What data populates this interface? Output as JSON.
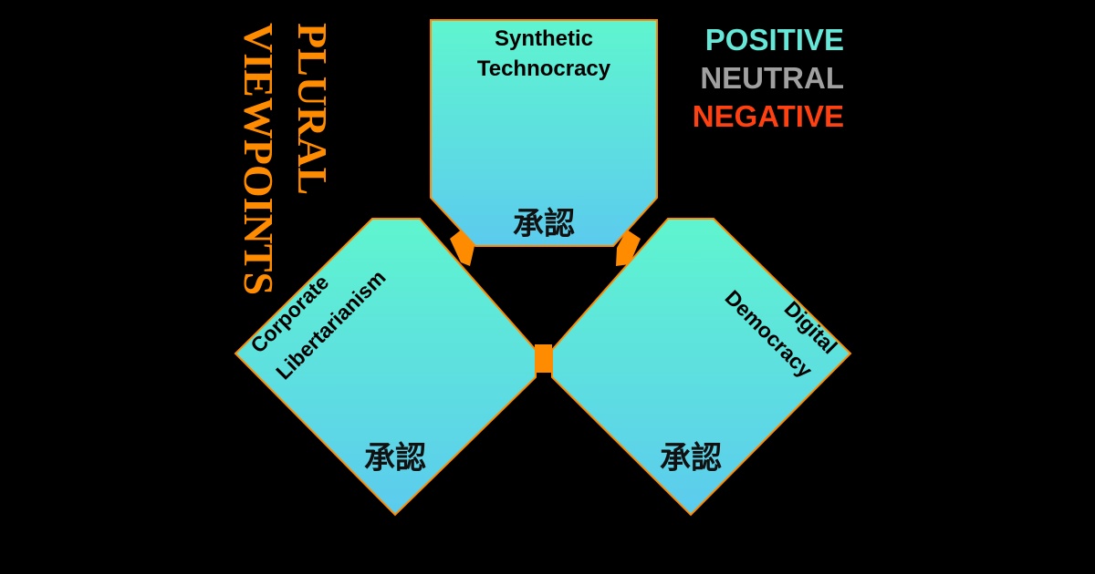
{
  "vertical_title": {
    "line1": "PLURAL",
    "line2": "VIEWPOINTS"
  },
  "legend": {
    "positive": "POSITIVE",
    "neutral": "NEUTRAL",
    "negative": "NEGATIVE"
  },
  "colors": {
    "background": "#000000",
    "accent_orange": "#ff8c00",
    "title_orange": "#ff8c00",
    "positive": "#66e8d8",
    "neutral": "#a0a0a0",
    "negative": "#ff4010",
    "panel_top": "#5ff5cf",
    "panel_bottom": "#5ccbee"
  },
  "nodes": {
    "top": {
      "line1": "Synthetic",
      "line2": "Technocracy",
      "glyph": "承認"
    },
    "left": {
      "line1": "Corporate",
      "line2": "Libertarianism",
      "glyph": "承認"
    },
    "right": {
      "line1": "Digital",
      "line2": "Democracy",
      "glyph": "承認"
    }
  }
}
